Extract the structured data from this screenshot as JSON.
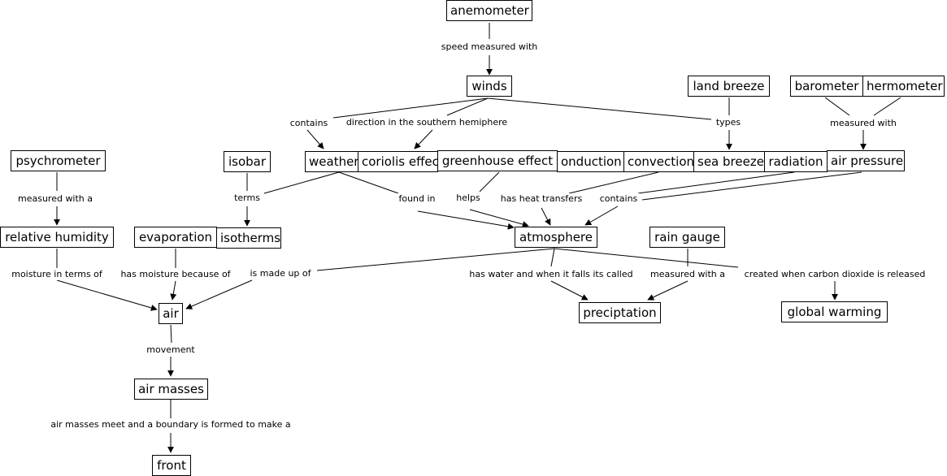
{
  "nodes": {
    "anemometer": "anemometer",
    "winds": "winds",
    "land_breeze": "land breeze",
    "barometer": "barometer",
    "thermometer": "hermometer",
    "psychrometer": "psychrometer",
    "isobar": "isobar",
    "weather": "weather",
    "coriolis": "coriolis effec",
    "greenhouse": "greenhouse effect",
    "conduction": "onduction",
    "convection": "convection",
    "sea_breeze": "sea breeze",
    "radiation": "radiation",
    "air_pressure": "air pressure",
    "relative_humidity": "relative humidity",
    "evaporation": "evaporation",
    "isotherms": "isotherms",
    "atmosphere": "atmosphere",
    "rain_gauge": "rain gauge",
    "air": "air",
    "preciptation": "preciptation",
    "global_warming": "global warming",
    "air_masses": "air masses",
    "front": "front"
  },
  "links": {
    "speed_measured_with": "speed measured with",
    "contains_winds": "contains",
    "direction_southern": "direction in the southern hemiphere",
    "types": "types",
    "measured_with_pressure": "measured with",
    "measured_with_a_psy": "measured with a",
    "terms": "terms",
    "found_in": "found in",
    "helps": "helps",
    "has_heat_transfers": "has heat transfers",
    "contains_atm": "contains",
    "moisture_in_terms_of": "moisture in terms of",
    "has_moisture_because_of": "has moisture because of",
    "is_made_up_of": "is made up of",
    "has_water": "has water and when it falls its called",
    "measured_with_a_rain": "measured with a",
    "created_when": "created when carbon dioxide is released",
    "movement": "movement",
    "air_masses_meet": "air masses meet and a boundary is formed to make a"
  }
}
